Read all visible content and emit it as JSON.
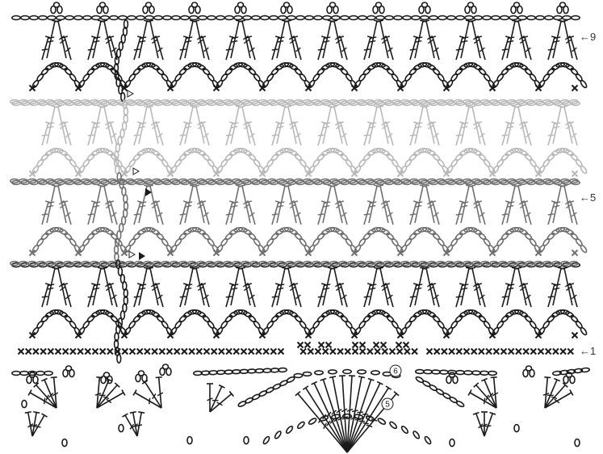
{
  "diagram": {
    "row_labels": [
      "←9",
      "←5",
      "←1"
    ],
    "round_numbers": [
      "6",
      "5"
    ]
  },
  "colors": {
    "ink_dark": "#1a1a1a",
    "ink_mid": "#6f6f6f",
    "ink_light": "#b8b8b8",
    "label": "#333333"
  }
}
